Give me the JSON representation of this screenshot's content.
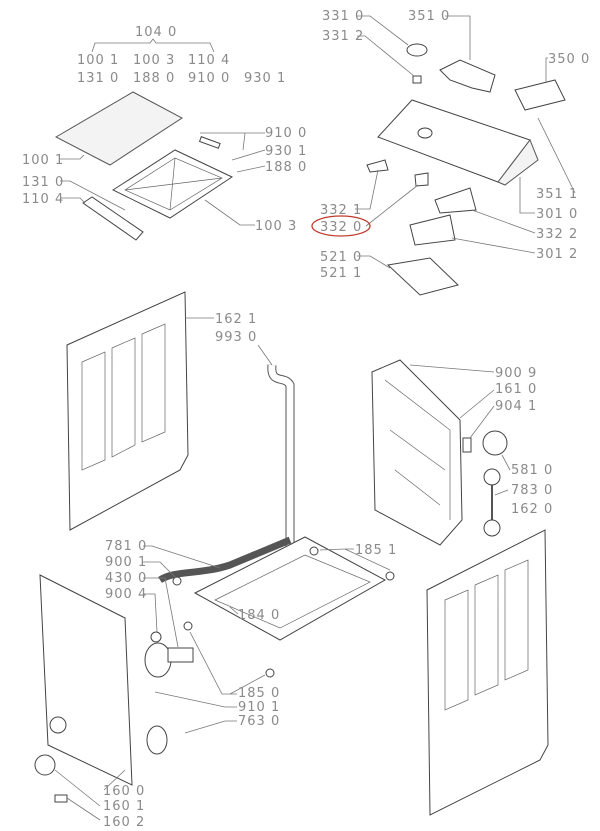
{
  "title": "Exploded parts diagram",
  "highlight_color": "#c0392b",
  "groups": {
    "kit": {
      "label": "104 0",
      "members_row1": [
        "100 1",
        "100 3",
        "110 4"
      ],
      "members_row2": [
        "131 0",
        "188 0",
        "910 0",
        "930 1"
      ]
    }
  },
  "labels": {
    "l9100_top": "910 0",
    "l9301_top": "930 1",
    "l1880_top": "188 0",
    "l1001": "100 1",
    "l1310": "131 0",
    "l1104": "110 4",
    "l1003": "100 3",
    "l3310": "331 0",
    "l3312": "331 2",
    "l3510": "351 0",
    "l3500": "350 0",
    "l3511": "351 1",
    "l3010": "301 0",
    "l3322": "332 2",
    "l3012": "301 2",
    "l3321": "332 1",
    "l3320": "332 0",
    "l5210": "521 0",
    "l5211": "521 1",
    "l1621": "162 1",
    "l9930": "993 0",
    "l9009": "900 9",
    "l1610": "161 0",
    "l9041": "904 1",
    "l5810": "581 0",
    "l7830": "783 0",
    "l1620": "162 0",
    "l1851": "185 1",
    "l7810": "781 0",
    "l9001": "900 1",
    "l4300": "430 0",
    "l9004": "900 4",
    "l1840": "184 0",
    "l1850": "185 0",
    "l9101": "910 1",
    "l7630": "763 0",
    "l1600": "160 0",
    "l1601": "160 1",
    "l1602": "160 2"
  }
}
